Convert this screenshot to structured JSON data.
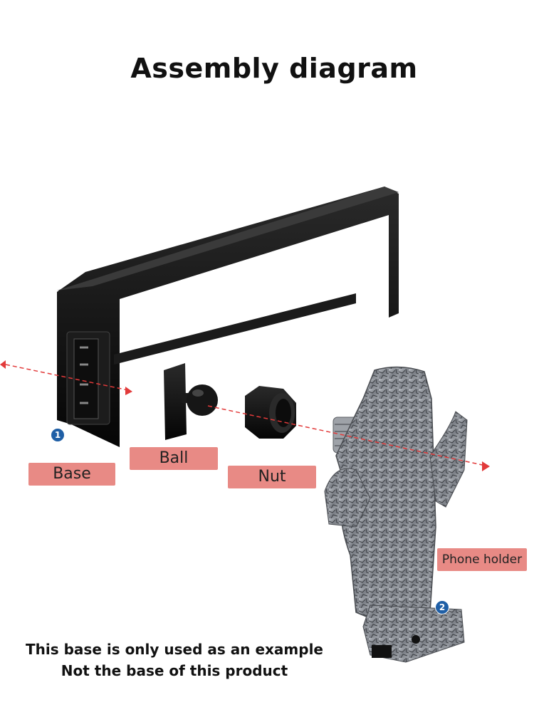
{
  "title": "Assembly diagram",
  "labels": {
    "base": "Base",
    "ball": "Ball",
    "nut": "Nut",
    "phone_holder": "Phone holder"
  },
  "badges": {
    "one": "1",
    "two": "2"
  },
  "notes": {
    "line1": "This base is only used as an example",
    "line2": "Not the base of this product"
  },
  "colors": {
    "label_bg": "#e88a85",
    "arrow": "#e23a3a",
    "badge": "#1f5fa6",
    "part_black": "#111111",
    "holder_gray": "#8c9096"
  }
}
